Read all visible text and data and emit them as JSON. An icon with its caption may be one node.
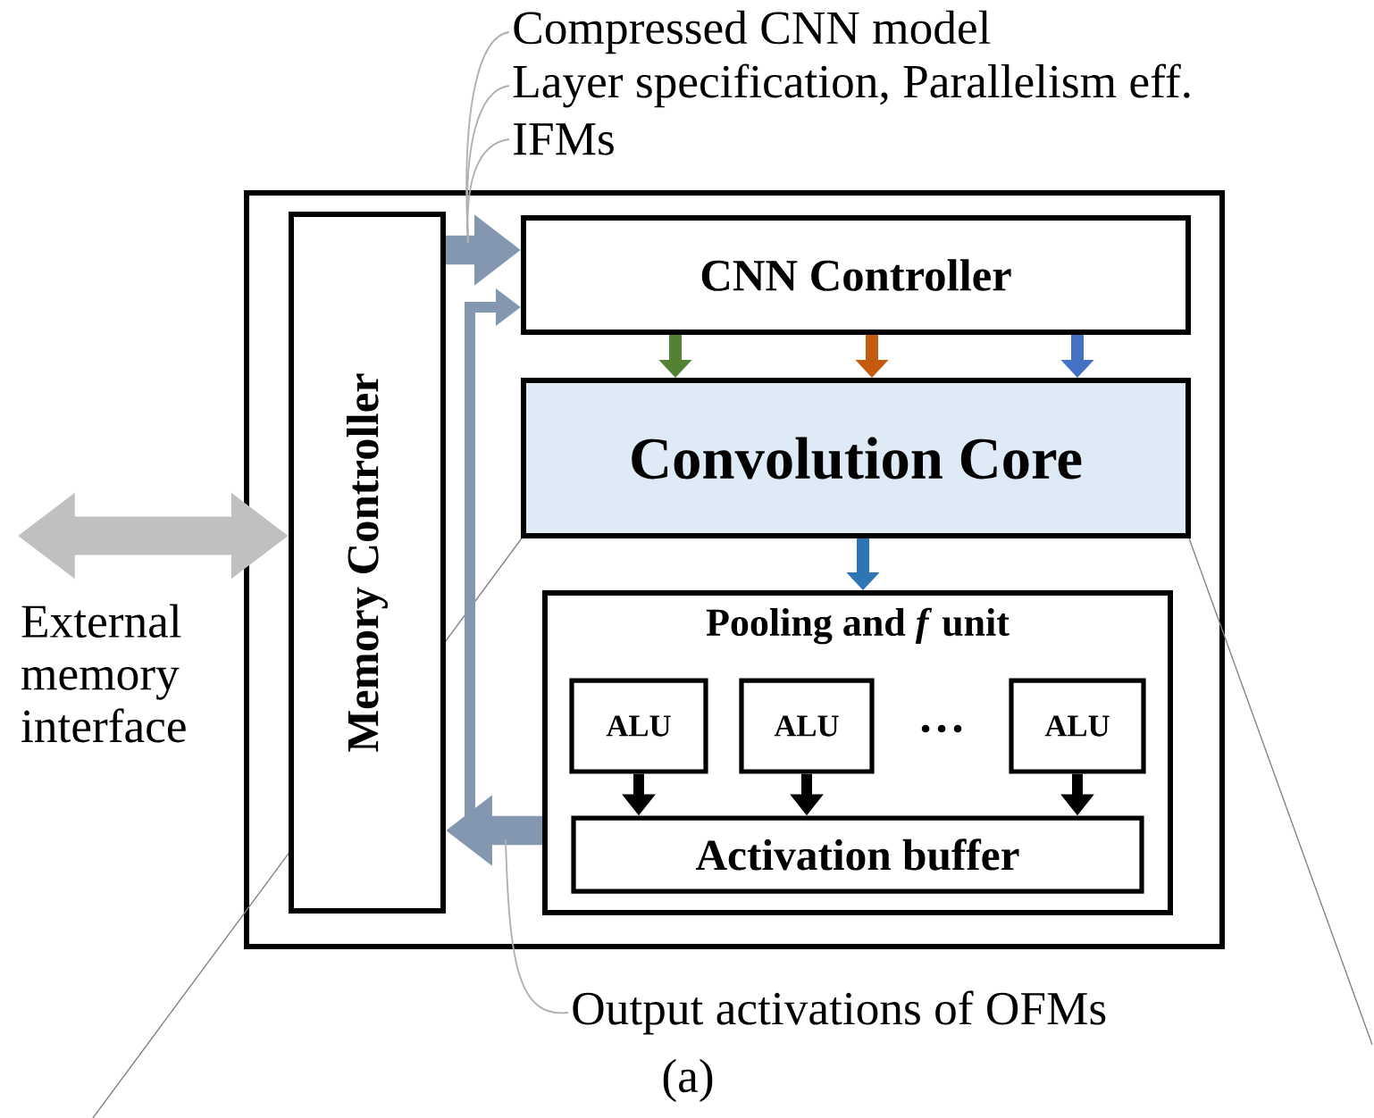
{
  "diagram": {
    "caption": "(a)",
    "nodes": [
      {
        "text": [],
        "shape": "box"
      },
      {
        "text": [
          "Memory Controller"
        ],
        "in": 0
      },
      {
        "text": [
          "CNN Controller"
        ],
        "in": 0
      },
      {
        "text": [
          "Convolution Core"
        ],
        "in": 0
      },
      {
        "text": [
          "Pooling and *f* unit"
        ],
        "in": 0
      },
      {
        "text": [
          "ALU"
        ],
        "in": 4
      },
      {
        "text": [
          "ALU"
        ],
        "in": 4
      },
      {
        "text": [
          "ALU"
        ],
        "in": 4
      },
      {
        "text": [
          "Activation buffer"
        ],
        "in": 4
      },
      {
        "text": [
          "External memory interface"
        ]
      },
      {
        "text": [
          "Compressed CNN model"
        ]
      },
      {
        "text": [
          "Layer specification, Parallelism eff."
        ]
      },
      {
        "text": [
          "IFMs"
        ]
      },
      {
        "text": [
          "Output activations of OFMs"
        ]
      }
    ],
    "edges": [
      {
        "from": 1,
        "to": 2,
        "arrow": "to",
        "style": "thick",
        "color": "#8497b0"
      },
      {
        "from": 4,
        "to": 2,
        "arrow": "to",
        "color": "#8497b0"
      },
      {
        "from": 4,
        "to": 1,
        "arrow": "to",
        "style": "thick",
        "color": "#8497b0"
      },
      {
        "from": 2,
        "to": 3,
        "arrow": "to",
        "color": "#548235"
      },
      {
        "from": 2,
        "to": 3,
        "arrow": "to",
        "color": "#c55a11"
      },
      {
        "from": 2,
        "to": 3,
        "arrow": "to",
        "color": "#4472c4"
      },
      {
        "from": 3,
        "to": 4,
        "arrow": "to",
        "color": "#2e75b6"
      },
      {
        "from": 5,
        "to": 8,
        "arrow": "to",
        "color": "#000000"
      },
      {
        "from": 6,
        "to": 8,
        "arrow": "to",
        "color": "#000000"
      },
      {
        "from": 7,
        "to": 8,
        "arrow": "to",
        "color": "#000000"
      },
      {
        "from": 9,
        "to": 1,
        "arrow": "both",
        "style": "thick",
        "color": "#c0c0c0"
      },
      {
        "from": 10,
        "to": null,
        "arrow": "none",
        "color": "#b0b0b0"
      },
      {
        "from": 11,
        "to": null,
        "arrow": "none",
        "color": "#b0b0b0"
      },
      {
        "from": 12,
        "to": null,
        "arrow": "none",
        "color": "#b0b0b0"
      },
      {
        "from": 13,
        "to": null,
        "arrow": "none",
        "color": "#b0b0b0"
      }
    ],
    "labels": [
      "…"
    ]
  }
}
